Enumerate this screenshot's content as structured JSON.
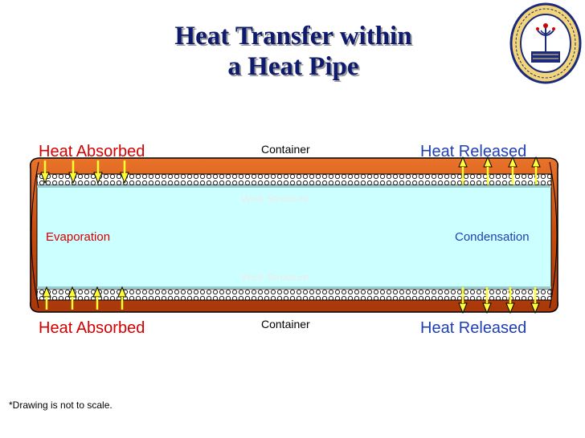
{
  "title": {
    "line1": "Heat Transfer within",
    "line2": "a Heat Pipe"
  },
  "labels": {
    "heat_absorbed_top": "Heat Absorbed",
    "heat_absorbed_bottom": "Heat Absorbed",
    "heat_released_top": "Heat Released",
    "heat_released_bottom": "Heat Released",
    "container_top": "Container",
    "container_bottom": "Container",
    "wick_top": "Wick Structure",
    "wick_bottom": "Wick Structure",
    "evaporation": "Evaporation",
    "condensation": "Condensation"
  },
  "footnote": "*Drawing is not to scale.",
  "colors": {
    "title": "#0d1a6e",
    "heat": "#d40000",
    "released": "#1f3fb3",
    "container": "#c84a0b",
    "vapor": "#ccffff",
    "arrow": "#ffff33"
  },
  "icons": {
    "logo": "institution-seal-icon",
    "arrows_in": "arrow-into-pipe-icon",
    "arrows_out": "arrow-out-of-pipe-icon"
  }
}
